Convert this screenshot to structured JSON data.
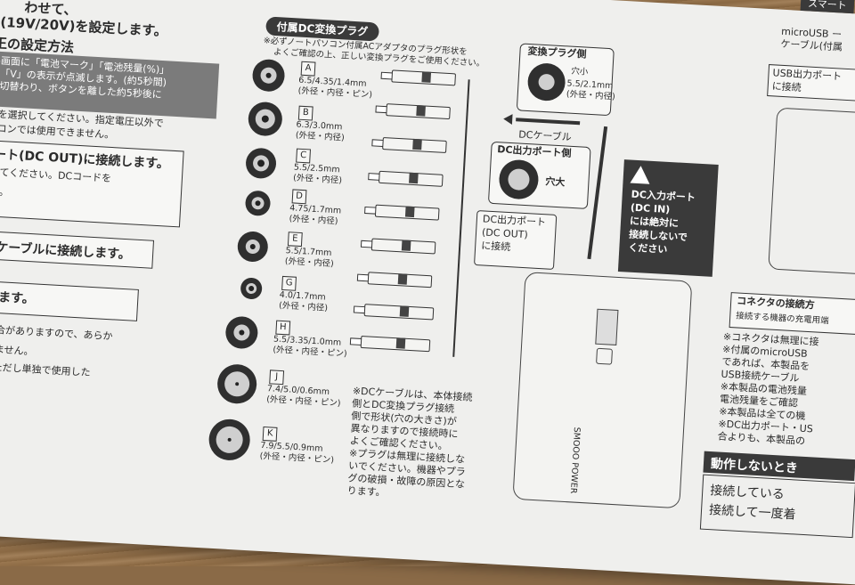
{
  "left": {
    "line1": "(19V/20V)を設定します。",
    "line0": "わせて、",
    "heading1": "王の設定方法",
    "grey_lines": [
      "晶画面に「電池マーク」「電池残量(%)」",
      "の「V」の表示が点滅します。(約5秒間)",
      "が切替わり、ボタンを離した約5秒後に"
    ],
    "lines": [
      "王を選択してください。指定電圧以外で",
      "ソコンでは使用できません。"
    ],
    "box_dcout": "ポート(DC OUT)に接続します。",
    "box_dcout_sub": [
      "なってください。DCコードを",
      "さい。"
    ],
    "box_dccable": "DCケーブルに接続します。",
    "box_connect": "続します。",
    "bottom_lines": [
      "い場合がありますので、あらか",
      "ありません。",
      "す。ただし単独で使用した"
    ]
  },
  "middle": {
    "title": "付属DC変換プラグ",
    "note": [
      "※必ずノートパソコン付属ACアダプタのプラグ形状を",
      "よくご確認の上、正しい変換プラグをご使用ください。"
    ],
    "plugs": [
      {
        "letter": "A",
        "spec": "6.5/4.35/1.4mm",
        "desc": "(外径・内径・ピン)"
      },
      {
        "letter": "B",
        "spec": "6.3/3.0mm",
        "desc": "(外径・内径)"
      },
      {
        "letter": "C",
        "spec": "5.5/2.5mm",
        "desc": "(外径・内径)"
      },
      {
        "letter": "D",
        "spec": "4.75/1.7mm",
        "desc": "(外径・内径)"
      },
      {
        "letter": "E",
        "spec": "5.5/1.7mm",
        "desc": "(外径・内径)"
      },
      {
        "letter": "G",
        "spec": "4.0/1.7mm",
        "desc": "(外径・内径)"
      },
      {
        "letter": "H",
        "spec": "5.5/3.35/1.0mm",
        "desc": "(外径・内径・ピン)"
      },
      {
        "letter": "J",
        "spec": "7.4/5.0/0.6mm",
        "desc": "(外径・内径・ピン)"
      },
      {
        "letter": "K",
        "spec": "7.9/5.5/0.9mm",
        "desc": "(外径・内径・ピン)"
      }
    ],
    "conv_side": {
      "title": "変換プラグ側",
      "hole": "穴小",
      "spec": "5.5/2.1mm",
      "desc": "(外径・内径)"
    },
    "dc_cable": "DCケーブル",
    "dcout_side": {
      "title": "DC出力ポート側",
      "hole": "穴大"
    },
    "callout_dcout": [
      "DC出力ポート",
      "(DC OUT)",
      "に接続"
    ],
    "warning": [
      "DC入力ポート",
      "(DC IN)",
      "には絶対に",
      "接続しないで",
      "ください"
    ],
    "cable_note": [
      "※DCケーブルは、本体接続",
      "側とDC変換プラグ接続",
      "側で形状(穴の大きさ)が",
      "異なりますので接続時に",
      "よくご確認ください。",
      "※プラグは無理に接続しな",
      "いでください。機器やプラ",
      "グの破損・故障の原因とな",
      "ります。"
    ],
    "device_brand": "SMOOO POWER"
  },
  "right": {
    "tab": "スマート",
    "micro_lines": [
      "microUSB ー",
      "ケーブル(付属"
    ],
    "usb_box": [
      "USB出力ポート",
      "に接続"
    ],
    "conn_title": "コネクタの接続方",
    "conn_sub": "接続する機器の充電用端",
    "notes": [
      "※コネクタは無理に接",
      "※付属のmicroUSB",
      "であれば、本製品を",
      "USB接続ケーブル",
      "※本製品の電池残量",
      "電池残量をご確認",
      "※本製品は全ての機",
      "※DC出力ポート・US",
      "合よりも、本製品の"
    ],
    "dosa_title": "動作しないとき",
    "dosa_lines": [
      "接続している",
      "接続して一度着"
    ]
  }
}
